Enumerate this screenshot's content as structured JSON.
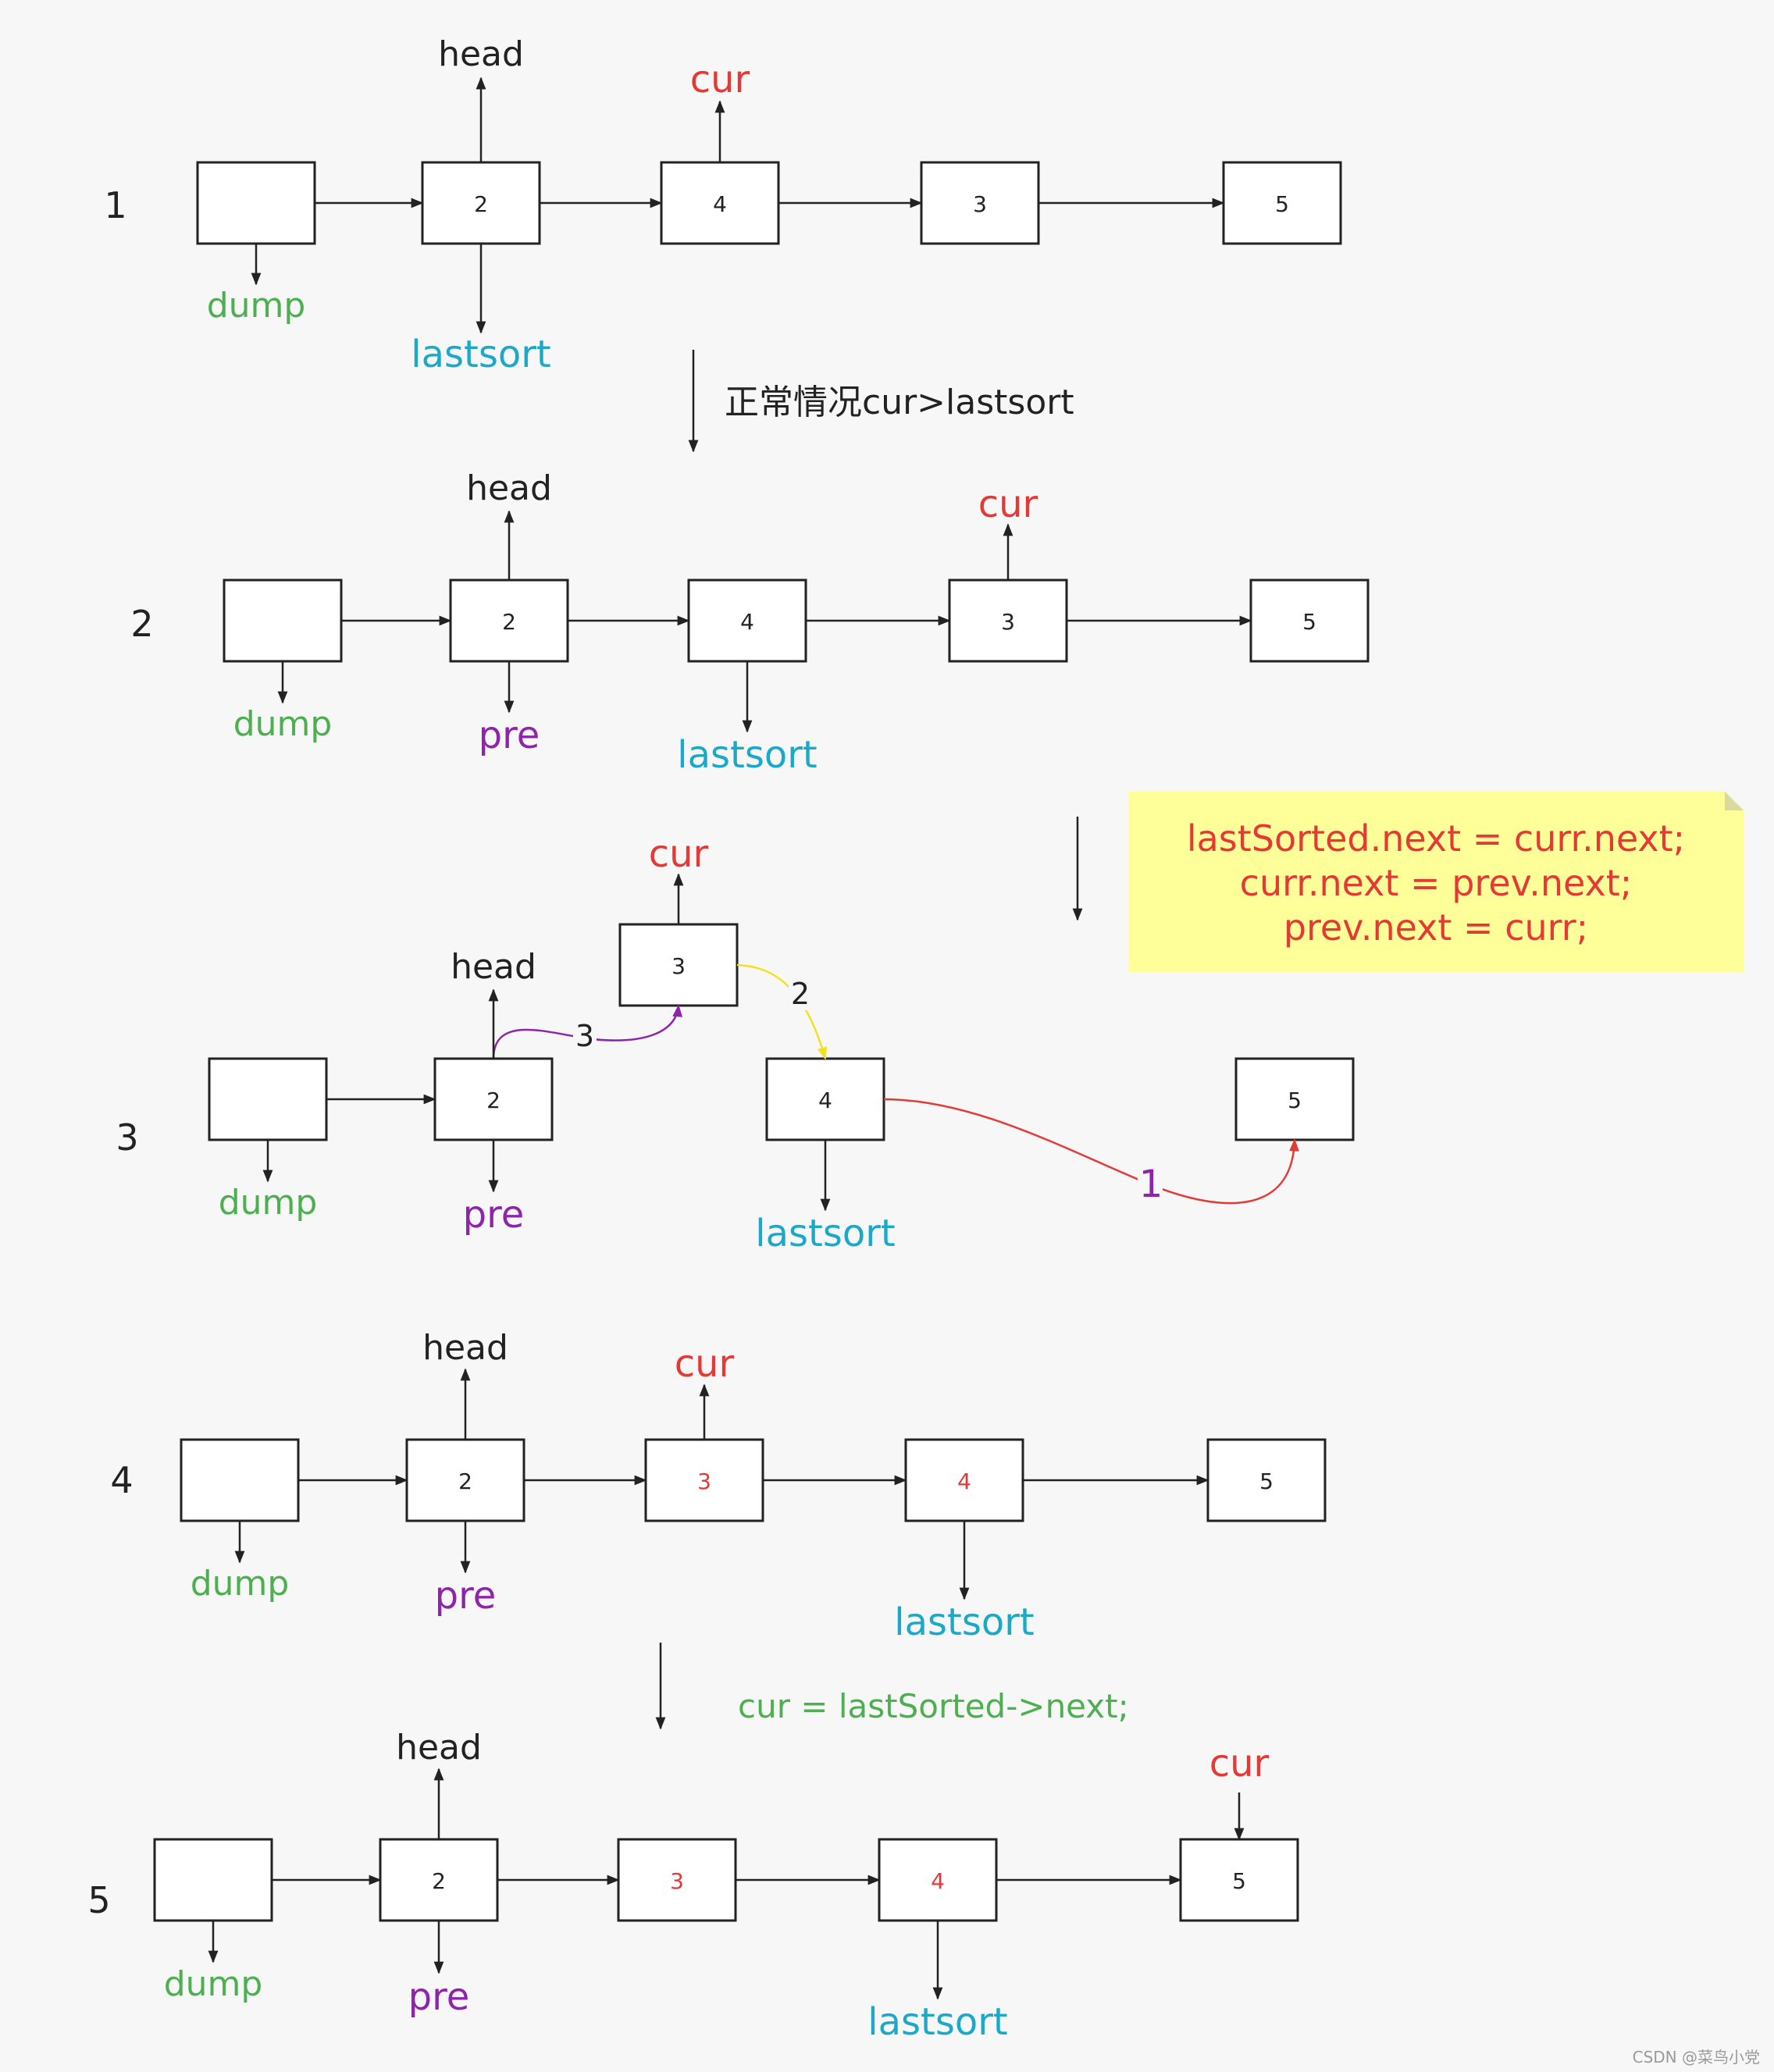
{
  "colors": {
    "background": "#f7f7f7",
    "line": "#222222",
    "dump": "#4caf50",
    "lastsort": "#1aa9c9",
    "cur": "#e53935",
    "pre": "#8e24aa",
    "note_bg": "#ffff99",
    "note_text": "#e53935",
    "arrow_yellow": "#f2e21e",
    "arrow_purple": "#8e24aa",
    "arrow_red": "#e53935"
  },
  "steps": [
    {
      "label": "1",
      "nodes": [
        "",
        "2",
        "4",
        "3",
        "5"
      ],
      "red_values": [
        false,
        false,
        false,
        false,
        false
      ],
      "labels": {
        "head": "head",
        "cur": "cur",
        "dump": "dump",
        "lastsort": "lastsort"
      }
    },
    {
      "label": "2",
      "nodes": [
        "",
        "2",
        "4",
        "3",
        "5"
      ],
      "red_values": [
        false,
        false,
        false,
        false,
        false
      ],
      "labels": {
        "head": "head",
        "cur": "cur",
        "dump": "dump",
        "pre": "pre",
        "lastsort": "lastsort"
      }
    },
    {
      "label": "3",
      "nodes": [
        "",
        "2",
        "3",
        "4",
        "5"
      ],
      "red_values": [
        false,
        false,
        false,
        false,
        false
      ],
      "labels": {
        "head": "head",
        "cur": "cur",
        "dump": "dump",
        "pre": "pre",
        "lastsort": "lastsort"
      },
      "arrow_labels": [
        "3",
        "2",
        "1"
      ]
    },
    {
      "label": "4",
      "nodes": [
        "",
        "2",
        "3",
        "4",
        "5"
      ],
      "red_values": [
        false,
        false,
        true,
        true,
        false
      ],
      "labels": {
        "head": "head",
        "cur": "cur",
        "dump": "dump",
        "pre": "pre",
        "lastsort": "lastsort"
      }
    },
    {
      "label": "5",
      "nodes": [
        "",
        "2",
        "3",
        "4",
        "5"
      ],
      "red_values": [
        false,
        false,
        true,
        true,
        false
      ],
      "labels": {
        "head": "head",
        "cur": "cur",
        "dump": "dump",
        "pre": "pre",
        "lastsort": "lastsort"
      }
    }
  ],
  "transitions": {
    "t1": "正常情况cur>lastsort",
    "t4": "cur = lastSorted->next;"
  },
  "note": {
    "lines": [
      "lastSorted.next = curr.next;",
      "curr.next = prev.next;",
      "prev.next = curr;"
    ]
  },
  "watermark": "CSDN @菜鸟小党"
}
